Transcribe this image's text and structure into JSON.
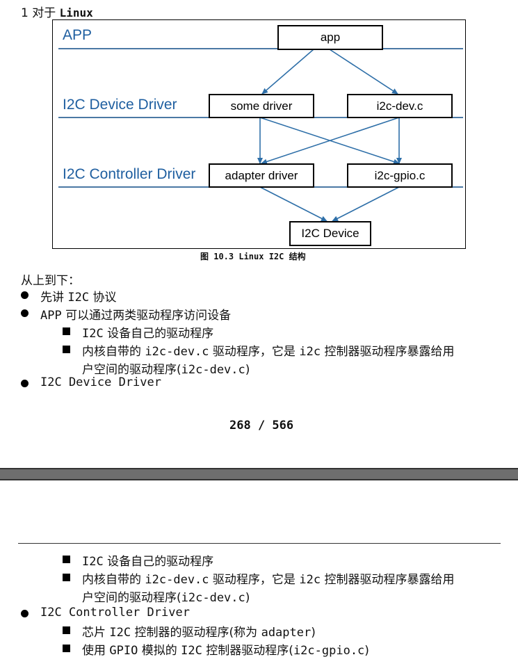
{
  "section_heading": {
    "number": "1",
    "prefix": "对于",
    "name": "Linux"
  },
  "diagram": {
    "layers": [
      "APP",
      "I2C Device Driver",
      "I2C Controller Driver"
    ],
    "nodes": {
      "app": "app",
      "some_driver": "some driver",
      "i2c_dev": "i2c-dev.c",
      "adapter_driver": "adapter driver",
      "i2c_gpio": "i2c-gpio.c",
      "i2c_device": "I2C Device"
    }
  },
  "caption": "图 10.3 Linux I2C 结构",
  "body": {
    "intro": "从上到下：",
    "items": [
      {
        "pre": "先讲 ",
        "code": "I2C",
        "post": " 协议"
      },
      {
        "pre": "",
        "code": "APP",
        "post": " 可以通过两类驱动程序访问设备"
      },
      {
        "pre": "",
        "code": "I2C",
        "post": " 设备自己的驱动程序"
      },
      {
        "pre": "内核自带的 ",
        "code": "i2c-dev.c",
        "mid": " 驱动程序，它是 ",
        "code2": "i2c",
        "post": " 控制器驱动程序暴露给用"
      },
      {
        "cont": "户空间的驱动程序(",
        "code": "i2c-dev.c",
        "post": ")"
      },
      {
        "code": "I2C Device Driver"
      }
    ]
  },
  "page_number": "268 / 566",
  "next_page": {
    "items": [
      {
        "code": "I2C",
        "post": " 设备自己的驱动程序"
      },
      {
        "pre": "内核自带的 ",
        "code": "i2c-dev.c",
        "mid": " 驱动程序，它是 ",
        "code2": "i2c",
        "post": " 控制器驱动程序暴露给用"
      },
      {
        "cont": "户空间的驱动程序(",
        "code": "i2c-dev.c",
        "post": ")"
      },
      {
        "code": "I2C Controller Driver"
      },
      {
        "pre": "芯片 ",
        "code": "I2C",
        "mid": " 控制器的驱动程序(称为 ",
        "code2": "adapter",
        "post": ")"
      },
      {
        "pre": "使用 ",
        "code": "GPIO",
        "mid": " 模拟的 ",
        "code2": "I2C",
        "mid2": " 控制器驱动程序(",
        "code3": "i2c-gpio.c",
        "post": ")"
      }
    ]
  },
  "colors": {
    "layer_text": "#1f5fa0",
    "layer_line": "#4a78a4",
    "arrow": "#2e6fa8",
    "page_break": "#6e6e6e"
  }
}
